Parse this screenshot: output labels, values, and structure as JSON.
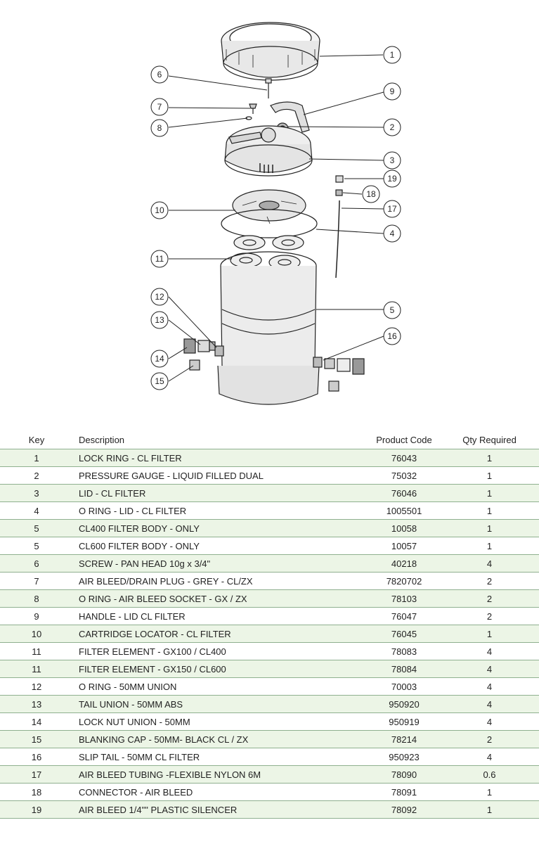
{
  "diagram": {
    "callouts": [
      "1",
      "2",
      "3",
      "4",
      "5",
      "6",
      "7",
      "8",
      "9",
      "10",
      "11",
      "12",
      "13",
      "14",
      "15",
      "16",
      "17",
      "18",
      "19"
    ]
  },
  "table": {
    "headers": {
      "key": "Key",
      "description": "Description",
      "code": "Product Code",
      "qty": "Qty Required"
    },
    "rows": [
      {
        "key": "1",
        "description": "LOCK RING  - CL FILTER",
        "code": "76043",
        "qty": "1"
      },
      {
        "key": "2",
        "description": "PRESSURE GAUGE - LIQUID FILLED DUAL",
        "code": "75032",
        "qty": "1"
      },
      {
        "key": "3",
        "description": "LID - CL FILTER",
        "code": "76046",
        "qty": "1"
      },
      {
        "key": "4",
        "description": "O RING - LID - CL FILTER",
        "code": "1005501",
        "qty": "1"
      },
      {
        "key": "5",
        "description": "CL400 FILTER BODY - ONLY",
        "code": "10058",
        "qty": "1"
      },
      {
        "key": "5",
        "description": "CL600 FILTER BODY - ONLY",
        "code": "10057",
        "qty": "1"
      },
      {
        "key": "6",
        "description": "SCREW - PAN HEAD 10g x 3/4\"",
        "code": "40218",
        "qty": "4"
      },
      {
        "key": "7",
        "description": "AIR BLEED/DRAIN PLUG - GREY - CL/ZX",
        "code": "7820702",
        "qty": "2"
      },
      {
        "key": "8",
        "description": "O RING - AIR BLEED SOCKET -  GX / ZX",
        "code": "78103",
        "qty": "2"
      },
      {
        "key": "9",
        "description": "HANDLE - LID  CL FILTER",
        "code": "76047",
        "qty": "2"
      },
      {
        "key": "10",
        "description": "CARTRIDGE LOCATOR   - CL FILTER",
        "code": "76045",
        "qty": "1"
      },
      {
        "key": "11",
        "description": "FILTER ELEMENT - GX100 / CL400",
        "code": "78083",
        "qty": "4"
      },
      {
        "key": "11",
        "description": "FILTER ELEMENT - GX150 / CL600",
        "code": "78084",
        "qty": "4"
      },
      {
        "key": "12",
        "description": "O RING - 50MM  UNION",
        "code": "70003",
        "qty": "4"
      },
      {
        "key": "13",
        "description": "TAIL UNION  - 50MM ABS",
        "code": "950920",
        "qty": "4"
      },
      {
        "key": "14",
        "description": "LOCK NUT UNION  - 50MM",
        "code": "950919",
        "qty": "4"
      },
      {
        "key": "15",
        "description": "BLANKING CAP - 50MM- BLACK   CL / ZX",
        "code": "78214",
        "qty": "2"
      },
      {
        "key": "16",
        "description": "SLIP TAIL - 50MM   CL FILTER",
        "code": "950923",
        "qty": "4"
      },
      {
        "key": "17",
        "description": "AIR BLEED TUBING -FLEXIBLE NYLON 6M",
        "code": "78090",
        "qty": "0.6"
      },
      {
        "key": "18",
        "description": "CONNECTOR - AIR BLEED",
        "code": "78091",
        "qty": "1"
      },
      {
        "key": "19",
        "description": "AIR BLEED 1/4\"\" PLASTIC SILENCER",
        "code": "78092",
        "qty": "1"
      }
    ]
  }
}
